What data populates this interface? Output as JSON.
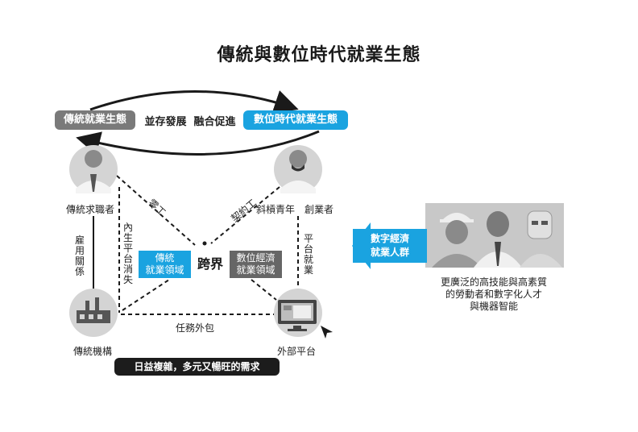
{
  "title": "傳統與數位時代就業生態",
  "top": {
    "left_pill": "傳統就業生態",
    "right_pill": "數位時代就業生態",
    "middle": "並存發展  融合促進"
  },
  "nodes": {
    "job_seeker": "傳統求職者",
    "slash_youth": "斜槓青年",
    "entrepreneur": "創業者",
    "institution": "傳統機構",
    "platform": "外部平台"
  },
  "edges": {
    "gig": "零工",
    "contract": "契約工",
    "employment": "雇用關係",
    "platform_job": "內生平台消失",
    "platform_work": "平台就業",
    "outsourcing": "任務外包"
  },
  "center": {
    "traditional_domain": "傳統\n就業領域",
    "cross": "跨界",
    "digital_domain": "數位經濟\n就業領域"
  },
  "banner": "日益複雜，多元又暢旺的需求",
  "callout": "數字經濟\n就業人群",
  "right_desc": "更廣泛的高技能與高素質\n的勞動者和數字化人才\n與機器智能",
  "colors": {
    "accent_blue": "#1aa3e0",
    "grey": "#7a7a7a",
    "dark": "#1c1c1c"
  }
}
